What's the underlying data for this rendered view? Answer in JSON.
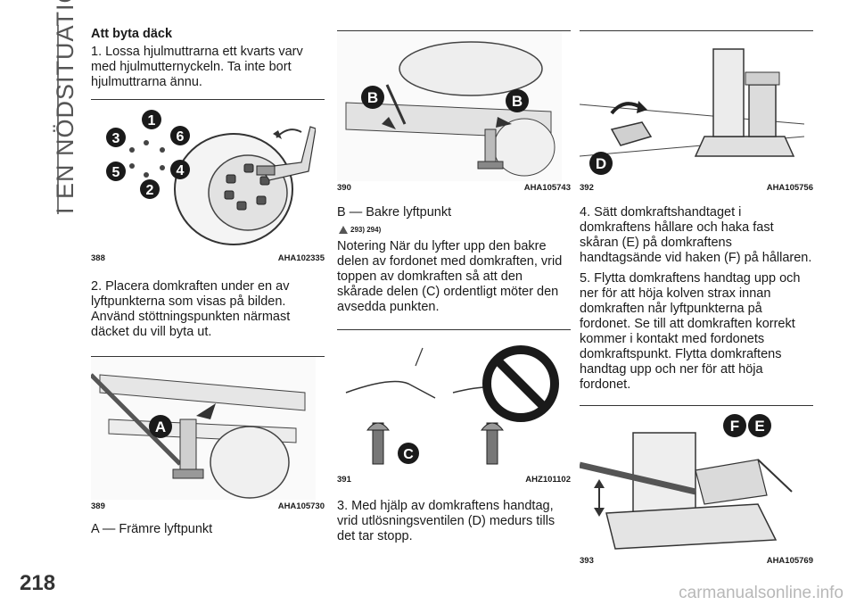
{
  "sidebar": {
    "section_title": "I EN NÖDSITUATION"
  },
  "page_number": "218",
  "watermark": "carmanualsonline.info",
  "col1": {
    "heading": "Att byta däck",
    "para1": "1. Lossa hjulmuttrarna ett kvarts varv med hjulmutternyckeln. Ta inte bort hjulmuttrarna ännu.",
    "fig388": {
      "num": "388",
      "code": "AHA102335",
      "labels": [
        "1",
        "2",
        "3",
        "4",
        "5",
        "6"
      ]
    },
    "para2": "2. Placera domkraften under en av lyftpunkterna som visas på bilden. Använd stöttningspunkten närmast däcket du vill byta ut.",
    "fig389": {
      "num": "389",
      "code": "AHA105730",
      "label": "A"
    },
    "para3": "A — Främre lyftpunkt"
  },
  "col2": {
    "fig390": {
      "num": "390",
      "code": "AHA105743",
      "label": "B"
    },
    "para1": "B — Bakre lyftpunkt",
    "refs": "293) 294)",
    "para2": "Notering När du lyfter upp den bakre delen av fordonet med domkraften, vrid toppen av domkraften så att den skårade delen (C) ordentligt möter den avsedda punkten.",
    "fig391": {
      "num": "391",
      "code": "AHZ101102",
      "label": "C"
    },
    "para3": "3. Med hjälp av domkraftens handtag, vrid utlösningsventilen (D) medurs tills det tar stopp."
  },
  "col3": {
    "fig392": {
      "num": "392",
      "code": "AHA105756",
      "label": "D"
    },
    "para1": "4. Sätt domkraftshandtaget i domkraftens hållare och haka fast skåran (E) på domkraftens handtagsände vid haken (F) på hållaren.",
    "para2": "5. Flytta domkraftens handtag upp och ner för att höja kolven strax innan domkraften når lyftpunkterna på fordonet. Se till att domkraften korrekt kommer i kontakt med fordonets domkraftspunkt. Flytta domkraftens handtag upp och ner för att höja fordonet.",
    "fig393": {
      "num": "393",
      "code": "AHA105769",
      "labels": [
        "F",
        "E"
      ]
    }
  }
}
